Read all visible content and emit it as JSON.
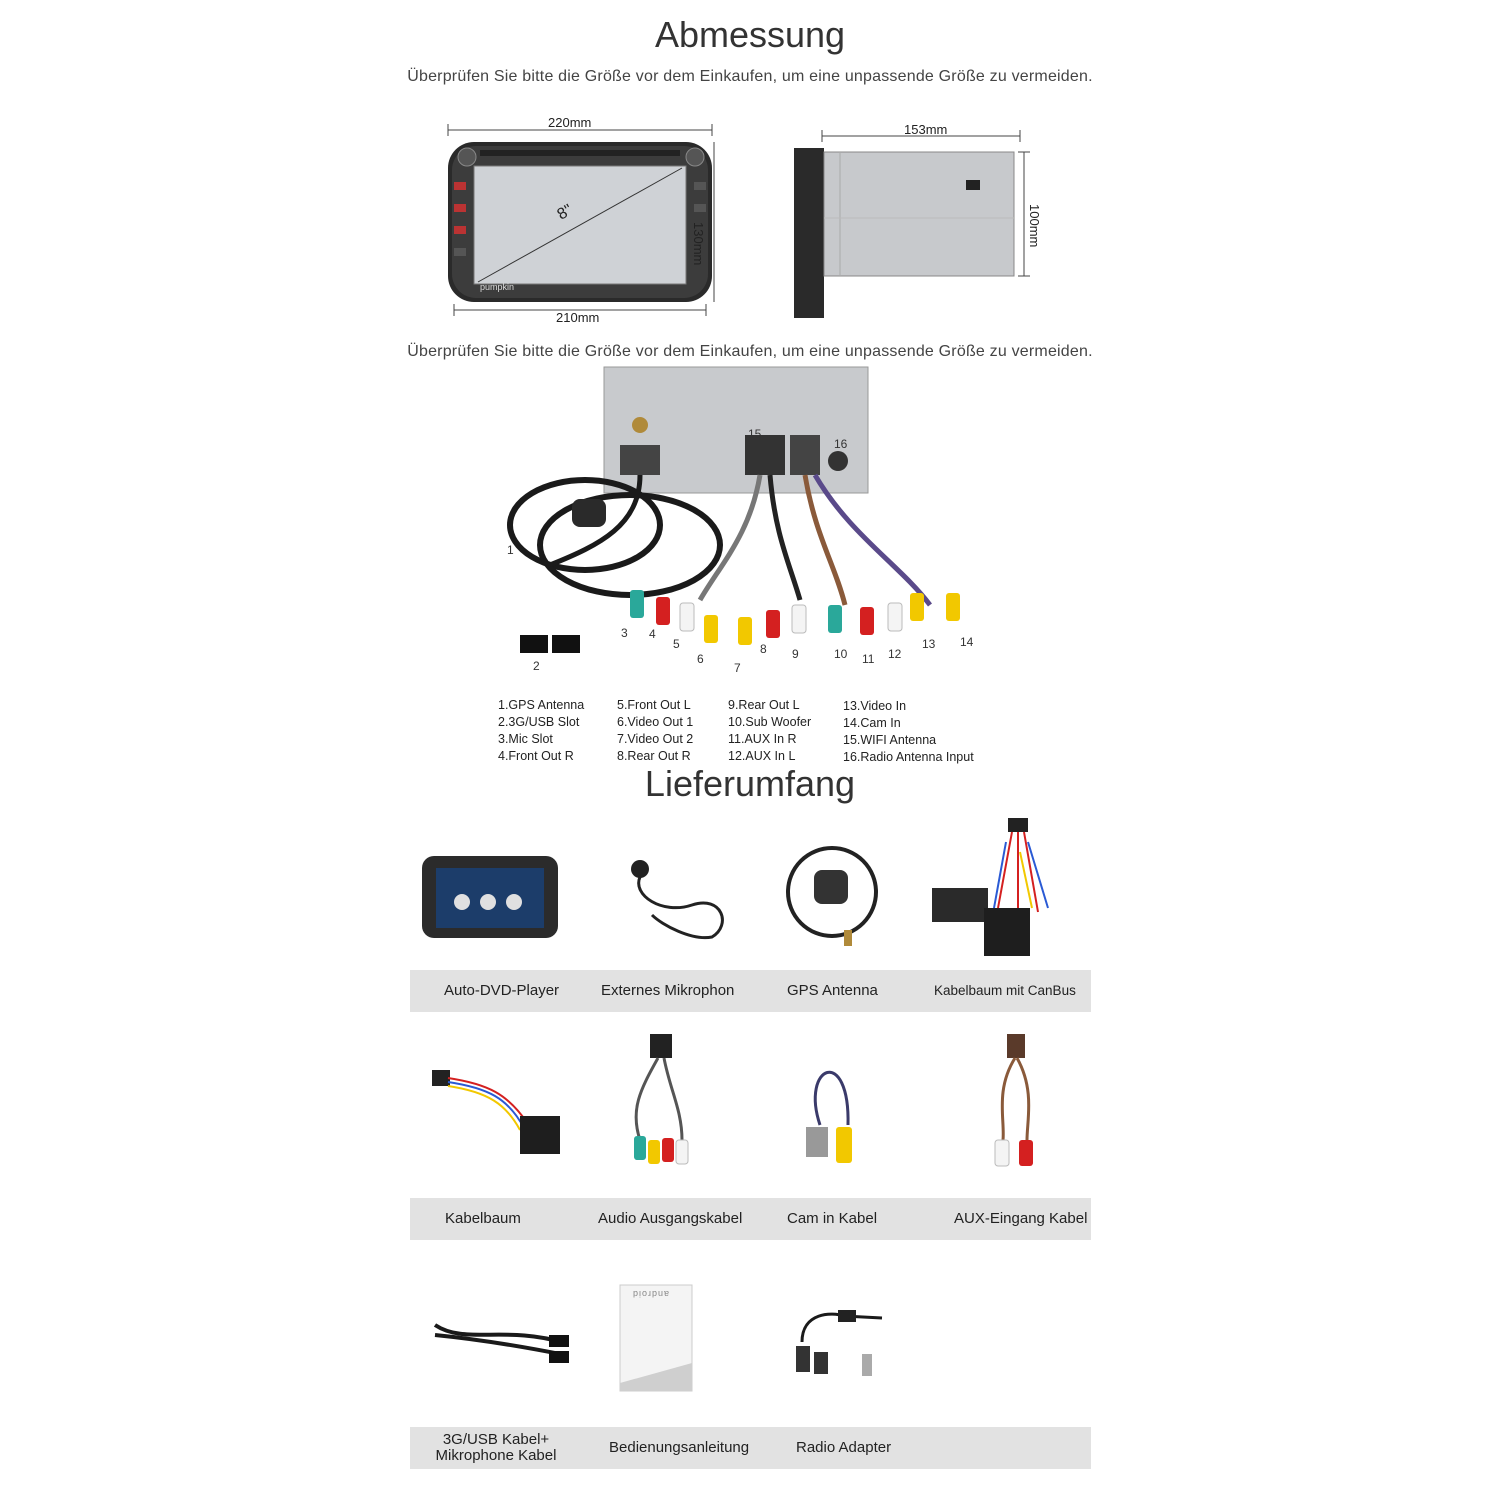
{
  "abmessung": {
    "title": "Abmessung",
    "subtitle1": "Überprüfen Sie bitte die Größe vor dem Einkaufen, um eine unpassende Größe zu vermeiden.",
    "subtitle2": "Überprüfen Sie bitte die Größe vor dem Einkaufen, um eine unpassende Größe zu vermeiden.",
    "front": {
      "width_top": "220mm",
      "width_bottom": "210mm",
      "height": "130mm",
      "diagonal": "8\"",
      "brand": "pumpkin"
    },
    "side": {
      "depth": "153mm",
      "height": "100mm"
    }
  },
  "connections": {
    "numbers": [
      "1",
      "2",
      "3",
      "4",
      "5",
      "6",
      "7",
      "8",
      "9",
      "10",
      "11",
      "12",
      "13",
      "14",
      "15",
      "16"
    ],
    "legend": [
      [
        "1.GPS Antenna",
        "2.3G/USB Slot",
        "3.Mic Slot",
        "4.Front Out R"
      ],
      [
        "5.Front Out L",
        "6.Video Out 1",
        "7.Video Out 2",
        "8.Rear Out R"
      ],
      [
        "9.Rear Out L",
        "10.Sub Woofer",
        "11.AUX In R",
        "12.AUX In L"
      ],
      [
        "13.Video In",
        "14.Cam In",
        "15.WIFI Antenna",
        "16.Radio Antenna Input"
      ]
    ]
  },
  "lieferumfang": {
    "title": "Lieferumfang",
    "row1": [
      "Auto-DVD-Player",
      "Externes Mikrophon",
      "GPS Antenna",
      "Kabelbaum mit CanBus"
    ],
    "row2": [
      "Kabelbaum",
      "Audio Ausgangskabel",
      "Cam in Kabel",
      "AUX-Eingang Kabel"
    ],
    "row3": [
      "3G/USB Kabel+",
      "Mikrophone Kabel",
      "Bedienungsanleitung",
      "Radio Adapter"
    ],
    "manual_brand": "android"
  },
  "colors": {
    "strip": "#e2e2e2",
    "rca_red": "#d42020",
    "rca_yellow": "#f2c800",
    "rca_white": "#f4f4f4",
    "rca_teal": "#2aa89a",
    "wire_brown": "#8a5a3a",
    "wire_purple": "#5a4a8a"
  }
}
